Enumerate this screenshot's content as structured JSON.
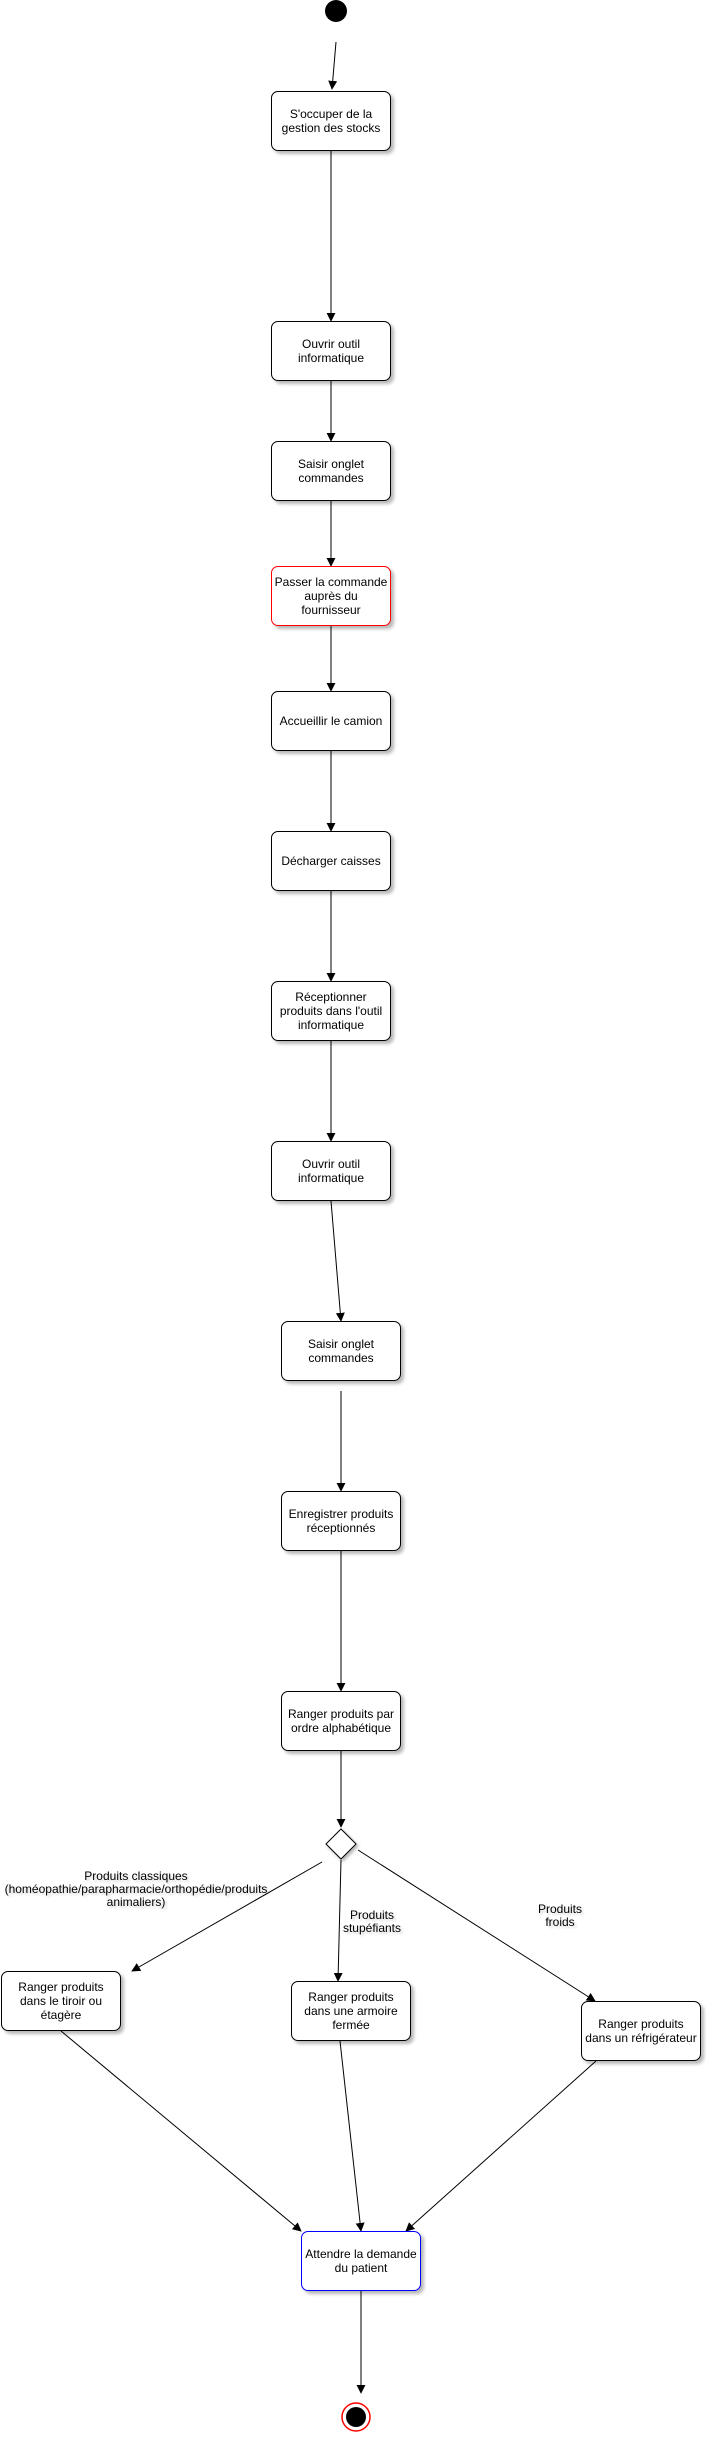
{
  "diagram": {
    "colors": {
      "default": "#000000",
      "highlight_red": "#ff0000",
      "highlight_blue": "#0000ff"
    },
    "nodes": [
      {
        "id": "n1",
        "label": "S'occuper de la gestion des stocks",
        "color": "#000000"
      },
      {
        "id": "n2",
        "label": "Ouvrir outil informatique",
        "color": "#000000"
      },
      {
        "id": "n3",
        "label": "Saisir onglet commandes",
        "color": "#000000"
      },
      {
        "id": "n4",
        "label": "Passer la commande auprès du fournisseur",
        "color": "#ff0000"
      },
      {
        "id": "n5",
        "label": "Accueillir le camion",
        "color": "#000000"
      },
      {
        "id": "n6",
        "label": "Décharger caisses",
        "color": "#000000"
      },
      {
        "id": "n7",
        "label": "Réceptionner produits dans l'outil informatique",
        "color": "#000000"
      },
      {
        "id": "n8",
        "label": "Ouvrir outil informatique",
        "color": "#000000"
      },
      {
        "id": "n9",
        "label": "Saisir onglet commandes",
        "color": "#000000"
      },
      {
        "id": "n10",
        "label": "Enregistrer produits réceptionnés",
        "color": "#000000"
      },
      {
        "id": "n11",
        "label": "Ranger produits par ordre alphabétique",
        "color": "#000000"
      },
      {
        "id": "n12",
        "label": "Ranger produits dans le tiroir ou étagère",
        "color": "#000000"
      },
      {
        "id": "n13",
        "label": "Ranger produits dans une armoire fermée",
        "color": "#000000"
      },
      {
        "id": "n14",
        "label": "Ranger produits dans un réfrigérateur",
        "color": "#000000"
      },
      {
        "id": "n15",
        "label": "Attendre la demande du patient",
        "color": "#0000ff"
      }
    ],
    "guards": [
      {
        "id": "g1",
        "label": "Produits classiques (homéopathie/parapharmacie/orthopédie/produits animaliers)"
      },
      {
        "id": "g2",
        "label": "Produits stupéfiants"
      },
      {
        "id": "g3",
        "label": "Produits froids"
      }
    ]
  }
}
